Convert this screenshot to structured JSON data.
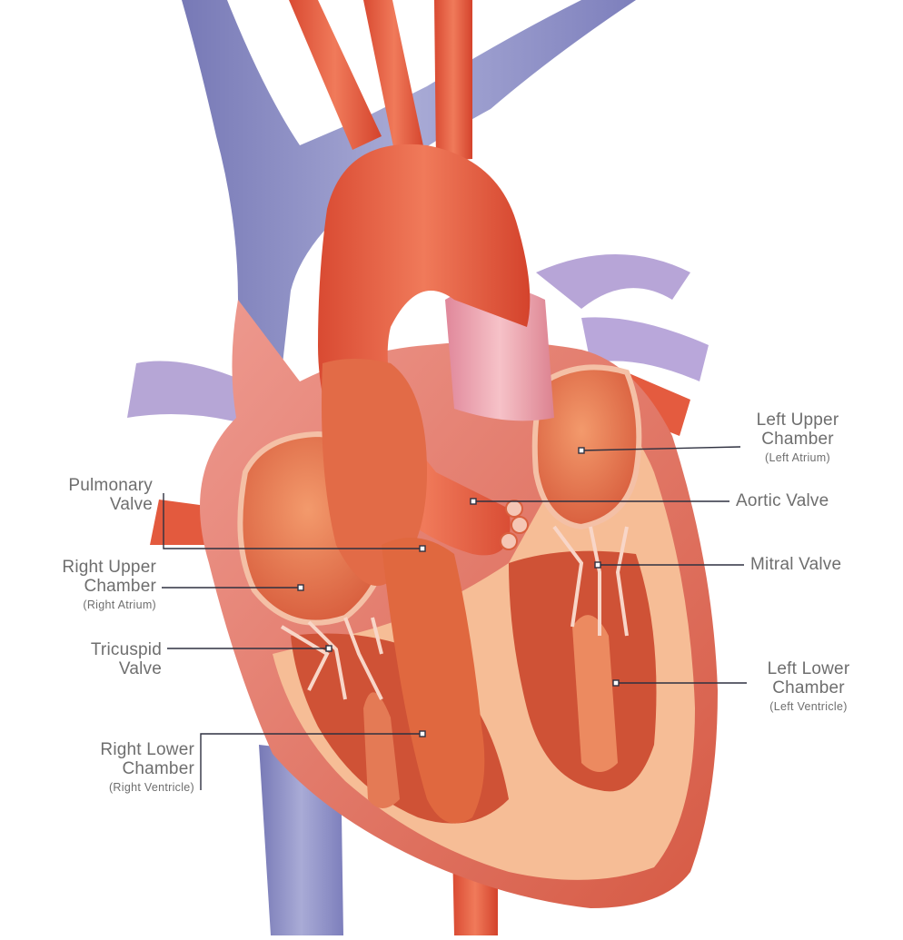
{
  "labels": {
    "pulmonary_valve": {
      "line1": "Pulmonary",
      "line2": "Valve"
    },
    "right_upper_chamber": {
      "line1": "Right Upper",
      "line2": "Chamber",
      "sub": "(Right Atrium)"
    },
    "tricuspid_valve": {
      "line1": "Tricuspid",
      "line2": "Valve"
    },
    "right_lower_chamber": {
      "line1": "Right Lower",
      "line2": "Chamber",
      "sub": "(Right Ventricle)"
    },
    "left_upper_chamber": {
      "line1": "Left Upper",
      "line2": "Chamber",
      "sub": "(Left Atrium)"
    },
    "aortic_valve": {
      "line1": "Aortic Valve"
    },
    "mitral_valve": {
      "line1": "Mitral Valve"
    },
    "left_lower_chamber": {
      "line1": "Left Lower",
      "line2": "Chamber",
      "sub": "(Left Ventricle)"
    }
  },
  "colors": {
    "vein_blue": "#8e90c6",
    "artery_red": "#e2553c",
    "muscle_orange": "#e8734e",
    "wall_peach": "#f7b78e",
    "aorta_pink": "#ec9aa6",
    "leader_line": "#2f3140",
    "label_text": "#6e6e6e"
  }
}
